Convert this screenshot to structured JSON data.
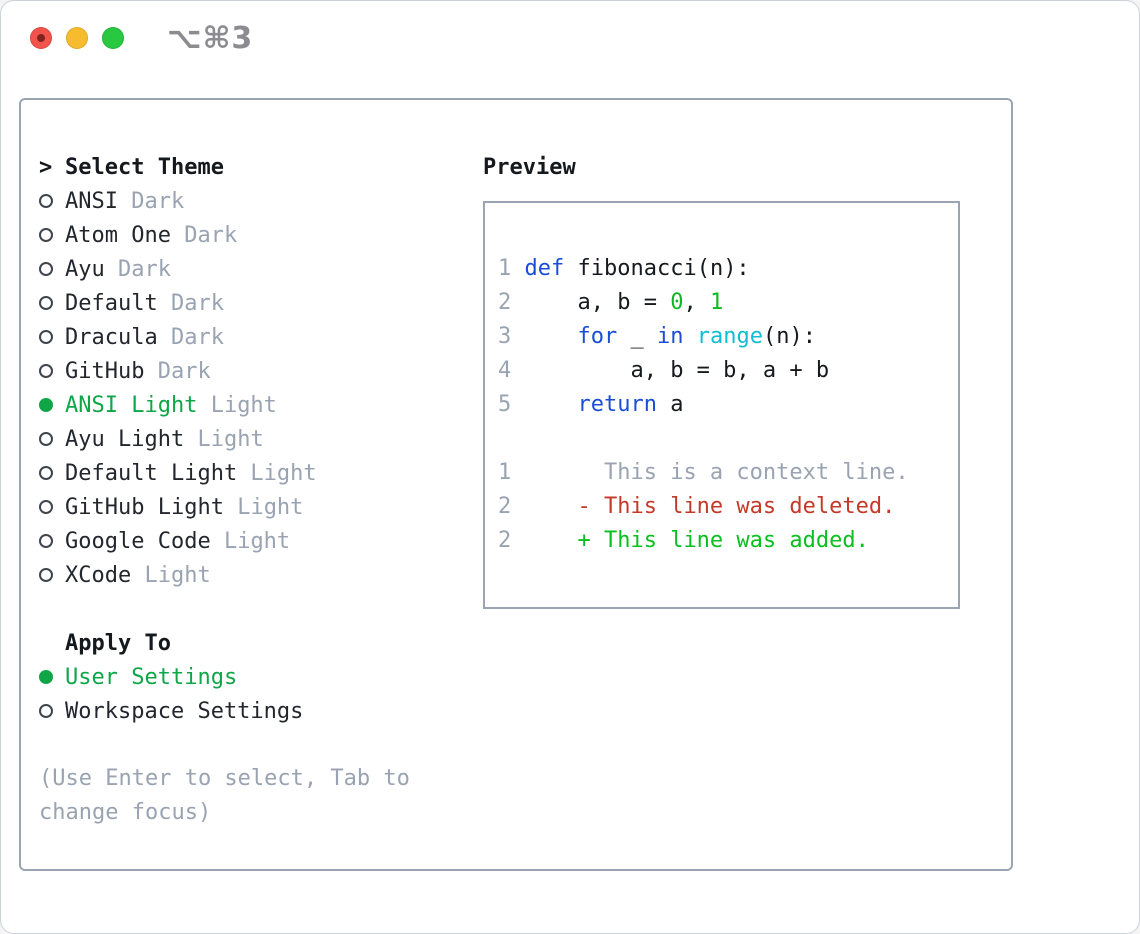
{
  "window": {
    "title": "⌥⌘3",
    "traffic_lights": [
      "close",
      "minimize",
      "zoom"
    ]
  },
  "colors": {
    "accent_green": "#0fa648",
    "muted_gray": "#99a3b2",
    "border_gray": "#9aa4b2",
    "keyword_blue": "#1b4ed6",
    "builtin_cyan": "#12bcd4",
    "number_green": "#0cba1d",
    "deleted_red": "#c43a28",
    "added_green": "#0abf1f",
    "traffic_red": "#f2544c",
    "traffic_yellow": "#f6bc2e",
    "traffic_green": "#28c840"
  },
  "theme_panel": {
    "prompt": ">",
    "header": "Select Theme",
    "themes": [
      {
        "name": "ANSI",
        "variant": "Dark",
        "selected": false
      },
      {
        "name": "Atom One",
        "variant": "Dark",
        "selected": false
      },
      {
        "name": "Ayu",
        "variant": "Dark",
        "selected": false
      },
      {
        "name": "Default",
        "variant": "Dark",
        "selected": false
      },
      {
        "name": "Dracula",
        "variant": "Dark",
        "selected": false
      },
      {
        "name": "GitHub",
        "variant": "Dark",
        "selected": false
      },
      {
        "name": "ANSI Light",
        "variant": "Light",
        "selected": true
      },
      {
        "name": "Ayu Light",
        "variant": "Light",
        "selected": false
      },
      {
        "name": "Default Light",
        "variant": "Light",
        "selected": false
      },
      {
        "name": "GitHub Light",
        "variant": "Light",
        "selected": false
      },
      {
        "name": "Google Code",
        "variant": "Light",
        "selected": false
      },
      {
        "name": "XCode",
        "variant": "Light",
        "selected": false
      }
    ],
    "apply_to": {
      "header": "Apply To",
      "options": [
        {
          "label": "User Settings",
          "selected": true
        },
        {
          "label": "Workspace Settings",
          "selected": false
        }
      ]
    },
    "hint": "(Use Enter to select, Tab to change focus)"
  },
  "preview": {
    "header": "Preview",
    "lines": [
      {
        "num": "1",
        "segments": [
          {
            "t": "def",
            "c": "keyword"
          },
          {
            "t": " fibonacci(n):",
            "c": "plain"
          }
        ]
      },
      {
        "num": "2",
        "segments": [
          {
            "t": "    a, b = ",
            "c": "plain"
          },
          {
            "t": "0",
            "c": "number"
          },
          {
            "t": ", ",
            "c": "plain"
          },
          {
            "t": "1",
            "c": "number"
          }
        ]
      },
      {
        "num": "3",
        "segments": [
          {
            "t": "    ",
            "c": "plain"
          },
          {
            "t": "for",
            "c": "keyword"
          },
          {
            "t": " _ ",
            "c": "plain"
          },
          {
            "t": "in",
            "c": "keyword"
          },
          {
            "t": " ",
            "c": "plain"
          },
          {
            "t": "range",
            "c": "builtin"
          },
          {
            "t": "(n):",
            "c": "plain"
          }
        ]
      },
      {
        "num": "4",
        "segments": [
          {
            "t": "        a, b = b, a + b",
            "c": "plain"
          }
        ]
      },
      {
        "num": "5",
        "segments": [
          {
            "t": "    ",
            "c": "plain"
          },
          {
            "t": "return",
            "c": "keyword"
          },
          {
            "t": " a",
            "c": "plain"
          }
        ]
      },
      {
        "num": "",
        "segments": []
      },
      {
        "num": "1",
        "segments": [
          {
            "t": "      This is a context line.",
            "c": "context"
          }
        ]
      },
      {
        "num": "2",
        "segments": [
          {
            "t": "    - This line was deleted.",
            "c": "deleted"
          }
        ]
      },
      {
        "num": "2",
        "segments": [
          {
            "t": "    + This line was added.",
            "c": "added"
          }
        ]
      }
    ]
  }
}
